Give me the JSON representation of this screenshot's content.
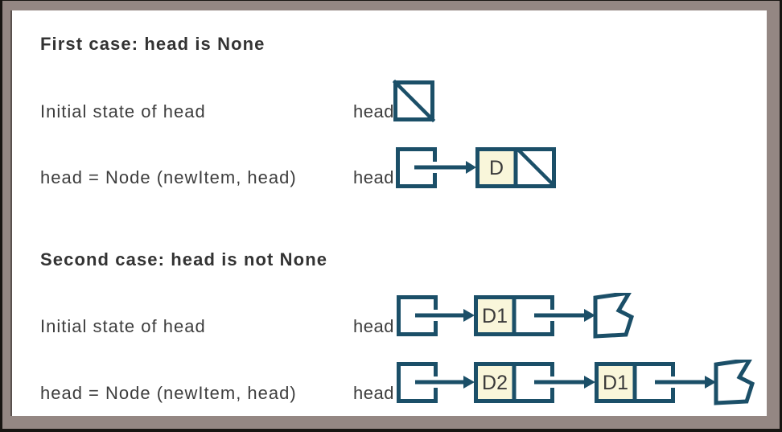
{
  "figure": {
    "type": "linked-list-insertion-diagram",
    "colors": {
      "frame": "#948783",
      "outer_border": "#181512",
      "panel": "#ffffff",
      "box_stroke": "#1b4f68",
      "data_cell_fill": "#f9f6da",
      "text": "#3d3d3d",
      "heading_text": "#333333"
    },
    "icons": {
      "null_marker": "diagonal-slash-icon",
      "pointer": "right-arrow-icon",
      "rest_of_list": "torn-edge-icon"
    }
  },
  "sections": [
    {
      "heading": "First case: head is None",
      "rows": [
        {
          "label": "Initial state of head",
          "pointer_label": "head",
          "node_values": []
        },
        {
          "label": "head = Node (newItem, head)",
          "pointer_label": "head",
          "node_values": [
            "D"
          ]
        }
      ]
    },
    {
      "heading": "Second case: head is not None",
      "rows": [
        {
          "label": "Initial state of head",
          "pointer_label": "head",
          "node_values": [
            "D1"
          ]
        },
        {
          "label": "head = Node (newItem, head)",
          "pointer_label": "head",
          "node_values": [
            "D2",
            "D1"
          ]
        }
      ]
    }
  ]
}
